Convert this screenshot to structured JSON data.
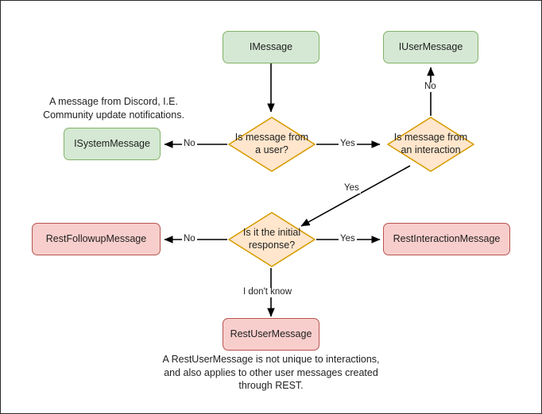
{
  "diagram": {
    "title": "Discord message type decision flowchart",
    "colors": {
      "green_fill": "#d5e8d4",
      "green_stroke": "#82b366",
      "pink_fill": "#f8cecc",
      "pink_stroke": "#b85450",
      "orange_fill": "#ffe6cc",
      "orange_stroke": "#d79b00",
      "edge_stroke": "#000000",
      "canvas_border": "#2b2b2b",
      "text": "#1f1f1f"
    }
  },
  "nodes": {
    "imessage": {
      "label": "IMessage",
      "shape": "rounded-rect",
      "color": "green"
    },
    "iusermessage": {
      "label": "IUserMessage",
      "shape": "rounded-rect",
      "color": "green"
    },
    "isystemmessage": {
      "label": "ISystemMessage",
      "shape": "rounded-rect",
      "color": "green"
    },
    "decision_from_user": {
      "label": "Is message from a user?",
      "shape": "diamond",
      "color": "orange"
    },
    "decision_from_interaction": {
      "label": "Is message from an interaction",
      "shape": "diamond",
      "color": "orange"
    },
    "decision_initial_response": {
      "label": "Is it the initial response?",
      "shape": "diamond",
      "color": "orange"
    },
    "restfollowupmessage": {
      "label": "RestFollowupMessage",
      "shape": "rounded-rect",
      "color": "pink"
    },
    "restinteractionmessage": {
      "label": "RestInteractionMessage",
      "shape": "rounded-rect",
      "color": "pink"
    },
    "restusermessage": {
      "label": "RestUserMessage",
      "shape": "rounded-rect",
      "color": "pink"
    }
  },
  "edge_labels": {
    "from_user_no": "No",
    "from_user_yes": "Yes",
    "from_interaction_no": "No",
    "from_interaction_yes": "Yes",
    "initial_no": "No",
    "initial_yes": "Yes",
    "initial_unknown": "I don't know"
  },
  "captions": {
    "system_message_note": "A message from Discord, I.E.\nCommunity update notifications.",
    "rest_user_message_note": "A RestUserMessage is not unique to interactions,\nand also applies to other user messages created\nthrough REST."
  }
}
